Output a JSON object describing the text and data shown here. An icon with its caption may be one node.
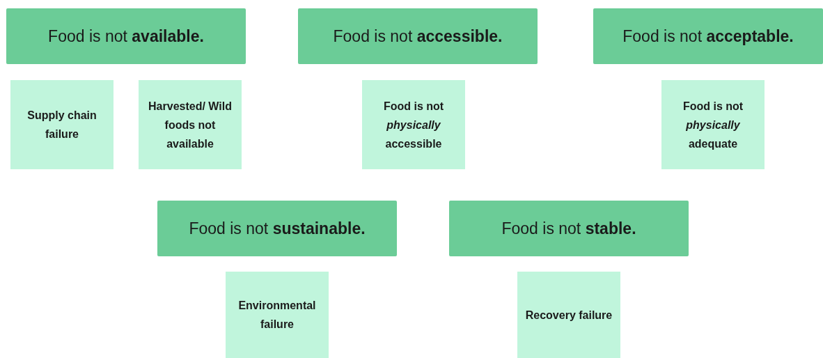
{
  "diagram": {
    "nodes": [
      {
        "text": [
          "Food is not **available.**"
        ]
      },
      {
        "text": [
          "Food is not **accessible.**"
        ]
      },
      {
        "text": [
          "Food is not **acceptable.**"
        ]
      },
      {
        "text": [
          "Supply chain failure"
        ]
      },
      {
        "text": [
          "Harvested/ Wild foods not available"
        ]
      },
      {
        "text": [
          "Food is not *physically* accessible"
        ]
      },
      {
        "text": [
          "Food is not *physically* adequate"
        ]
      },
      {
        "text": [
          "Food is not **sustainable.**"
        ]
      },
      {
        "text": [
          "Food is not **stable.**"
        ]
      },
      {
        "text": [
          "Environmental failure"
        ]
      },
      {
        "text": [
          "Recovery failure"
        ]
      }
    ]
  }
}
